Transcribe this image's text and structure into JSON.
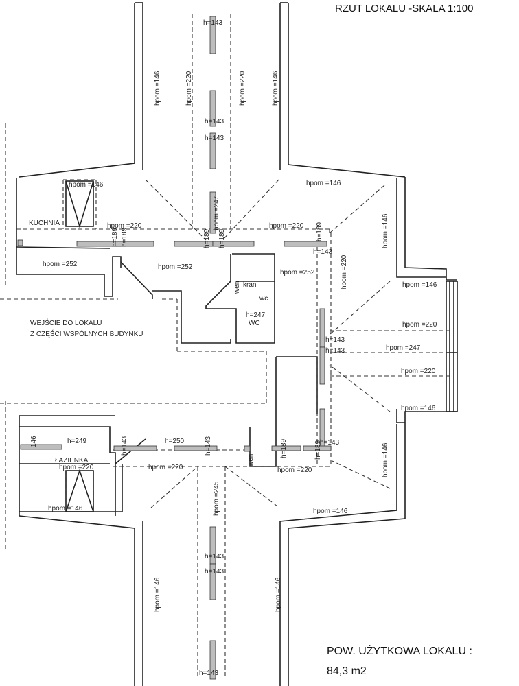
{
  "header": {
    "title": "RZUT LOKALU -SKALA 1:100"
  },
  "footer": {
    "area_label": "POW. UŻYTKOWA  LOKALU :",
    "area_value": "84,3 m2"
  },
  "rooms": {
    "kitchen": "KUCHNIA",
    "bathroom": "ŁAZIENKA",
    "wc": "WC",
    "wc_height": "h=247",
    "entrance_line1": "WEJŚCIE DO LOKALU",
    "entrance_line2": "Z CZĘŚCI WSPÓLNYCH BUDYNKU",
    "wen1": "wen",
    "kran": "kran",
    "wc_small": "wc",
    "wen2": "wen"
  },
  "heights": {
    "hpom146": "hpom =146",
    "hpom220": "hpom =220",
    "hpom252": "hpom =252",
    "hpom247": "hpom =247",
    "hpom245": "hpom =245",
    "h143": "h=143",
    "h189": "h=189",
    "h249": "h=249",
    "h250": "h=250",
    "n146": "146"
  }
}
